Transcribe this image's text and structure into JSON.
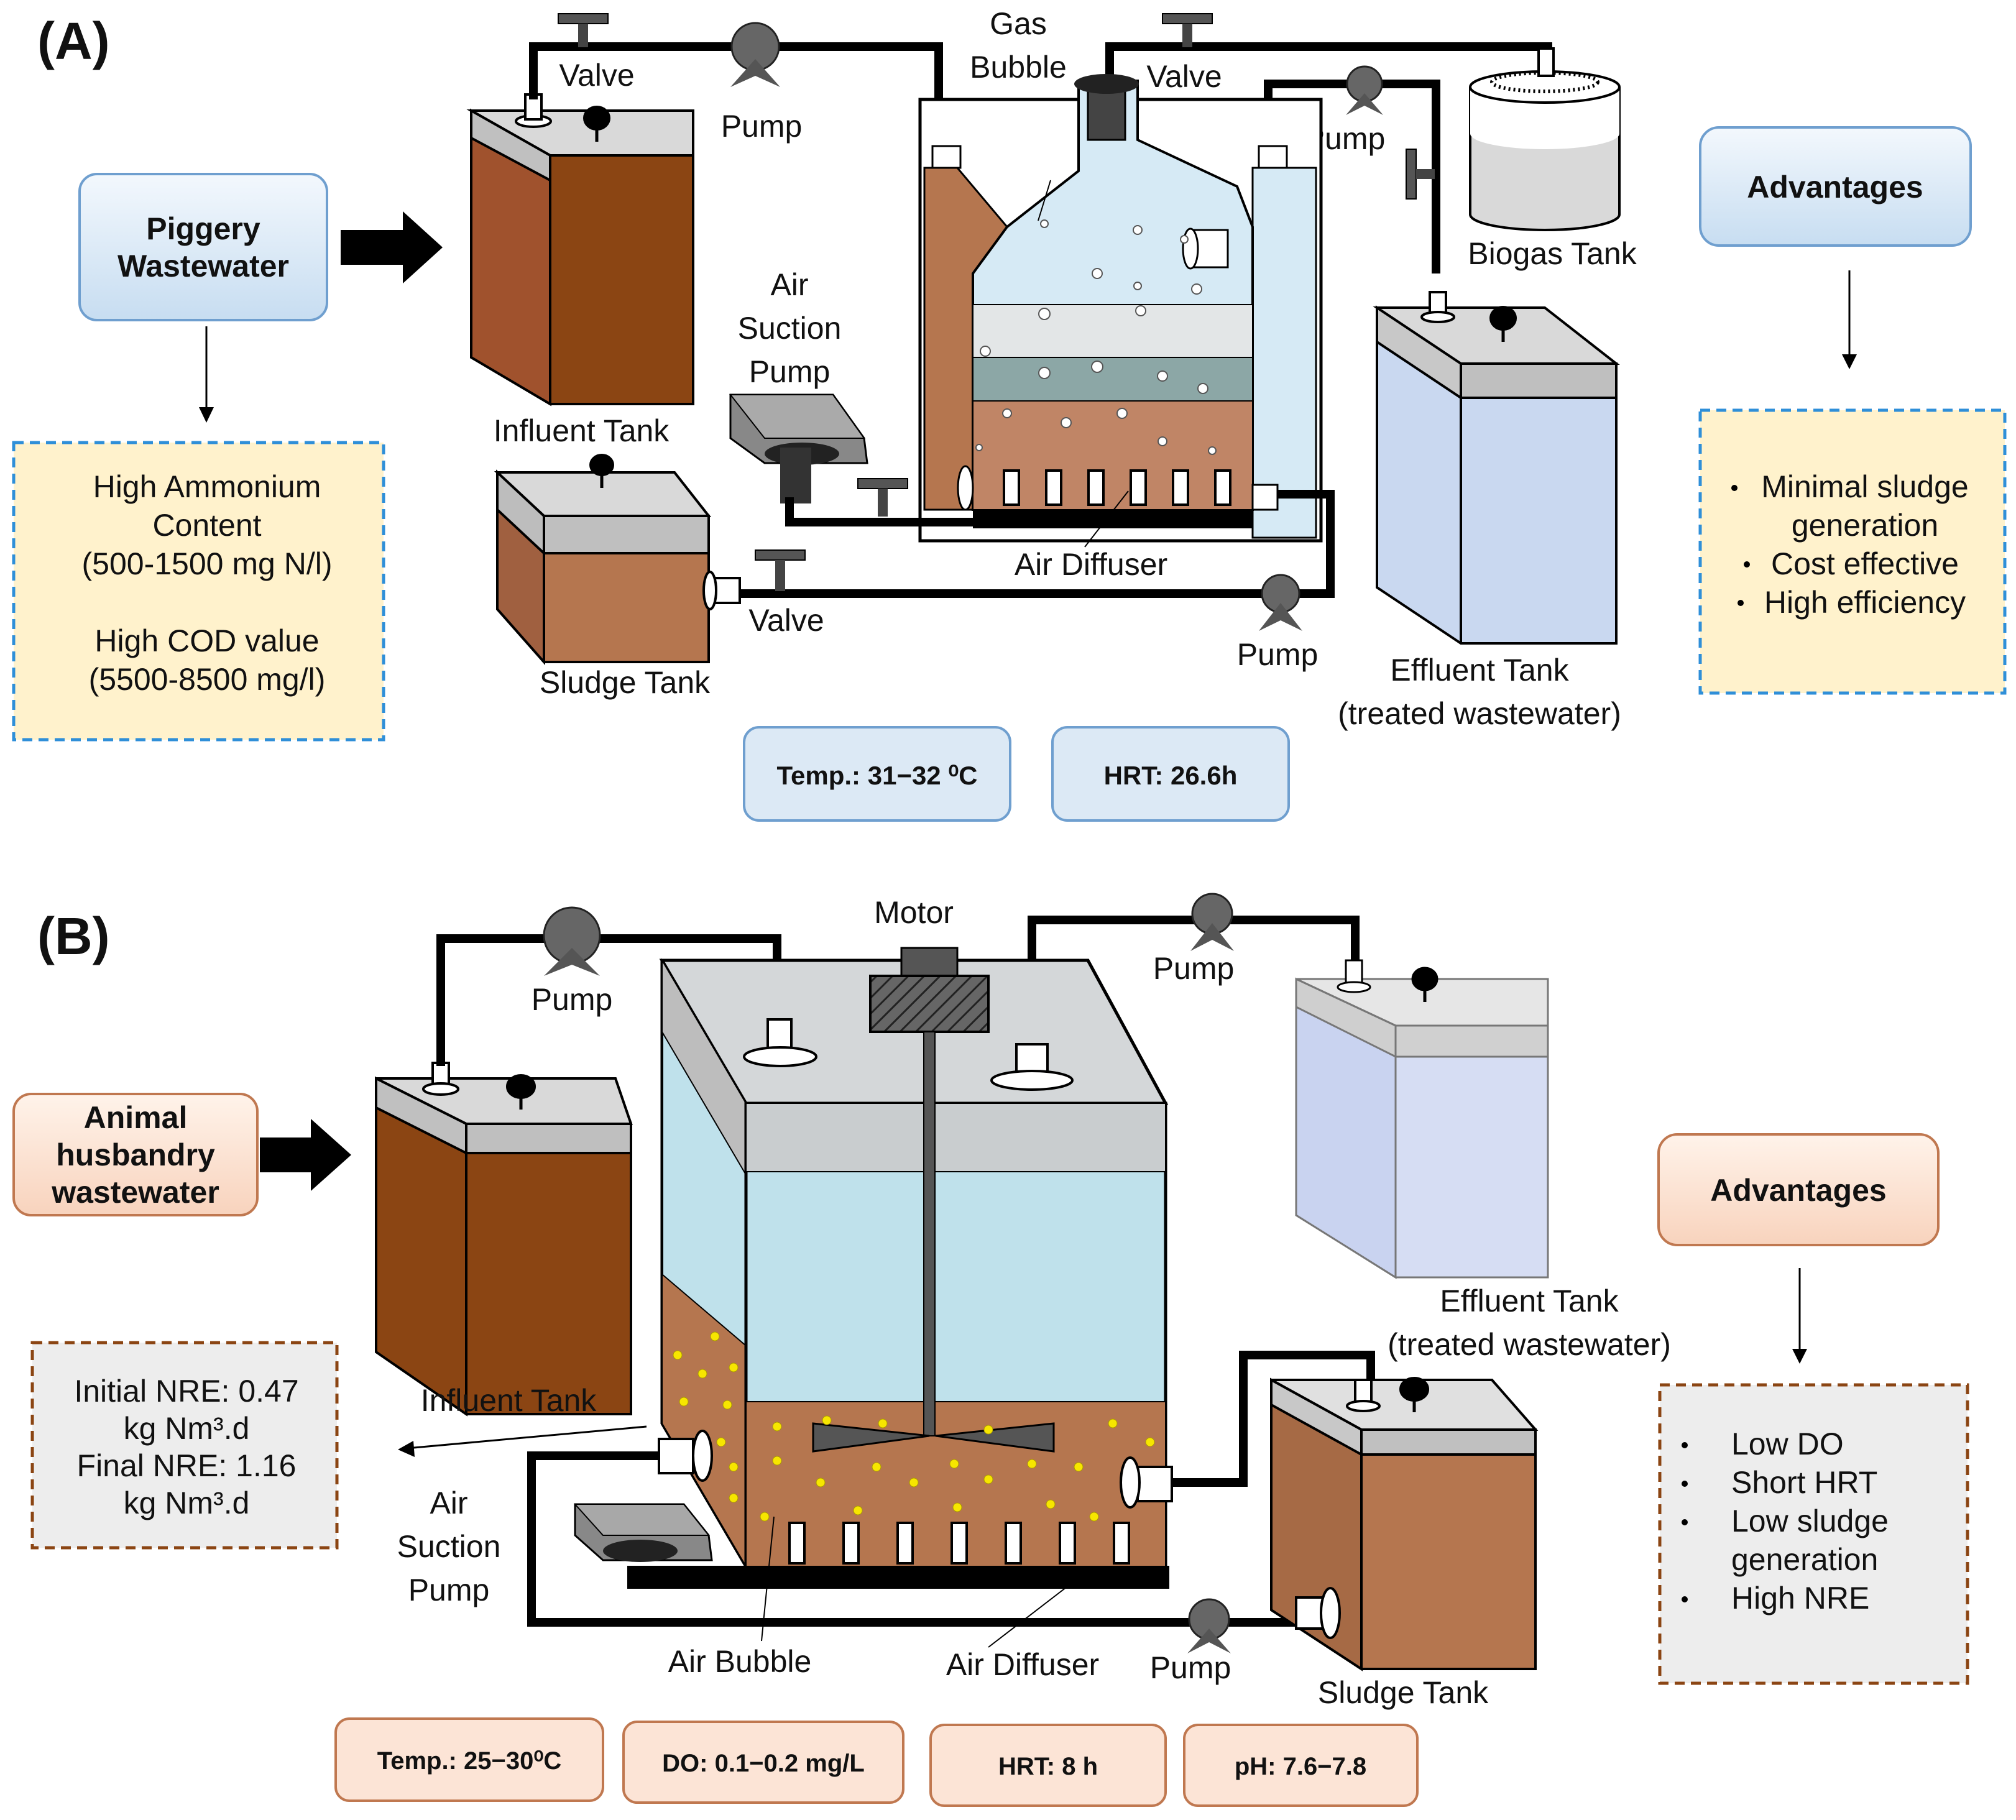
{
  "panel_a": {
    "tag": "(A)",
    "source_box": [
      "Piggery",
      "Wastewater"
    ],
    "char_box": [
      "High Ammonium",
      "Content",
      "(500-1500 mg N/l)",
      "",
      "High COD value",
      "(5500-8500 mg/l)"
    ],
    "labels": {
      "valve_left": "Valve",
      "pump_top": "Pump",
      "gas_bubble": [
        "Gas",
        "Bubble"
      ],
      "valve_right": "Valve",
      "pump_right": "Pump",
      "biogas_tank": "Biogas Tank",
      "influent_tank": "Influent Tank",
      "air_suction_pump": [
        "Air",
        "Suction",
        "Pump"
      ],
      "sludge_tank": "Sludge Tank",
      "valve_bottom": "Valve",
      "air_diffuser": "Air Diffuser",
      "pump_bottom": "Pump",
      "effluent_tank": [
        "Effluent Tank",
        "(treated wastewater)"
      ]
    },
    "params": [
      "Temp.:  31−32 ⁰C",
      "HRT: 26.6h"
    ],
    "advantages_title": "Advantages",
    "advantages": [
      "Minimal sludge",
      "generation",
      "Cost effective",
      "High efficiency"
    ]
  },
  "panel_b": {
    "tag": "(B)",
    "source_box": [
      "Animal",
      "husbandry",
      "wastewater"
    ],
    "nre_box": [
      "Initial NRE: 0.47",
      "kg Nm³.d",
      "Final NRE: 1.16",
      "kg Nm³.d"
    ],
    "labels": {
      "pump_left": "Pump",
      "motor": "Motor",
      "pump_right": "Pump",
      "influent_tank": "Influent Tank",
      "effluent_tank": [
        "Effluent Tank",
        "(treated wastewater)"
      ],
      "air_suction_pump": [
        "Air",
        "Suction",
        "Pump"
      ],
      "air_bubble": "Air Bubble",
      "air_diffuser": "Air Diffuser",
      "pump_bottom": "Pump",
      "sludge_tank": "Sludge Tank"
    },
    "params": [
      "Temp.:  25−30⁰C",
      "DO: 0.1−0.2 mg/L",
      "HRT: 8 h",
      "pH: 7.6−7.8"
    ],
    "advantages_title": "Advantages",
    "advantages": [
      "Low DO",
      "Short HRT",
      "Low sludge",
      "generation",
      "High NRE"
    ]
  },
  "colors": {
    "brown": "#8B4513",
    "light_brown": "#B5764F",
    "light_blue": "#D6EAF5",
    "cream": "#FFF2CC",
    "blue_box": "#DCE9F5",
    "peach_box": "#FCE4D6",
    "grey_box": "#EDEDED"
  }
}
